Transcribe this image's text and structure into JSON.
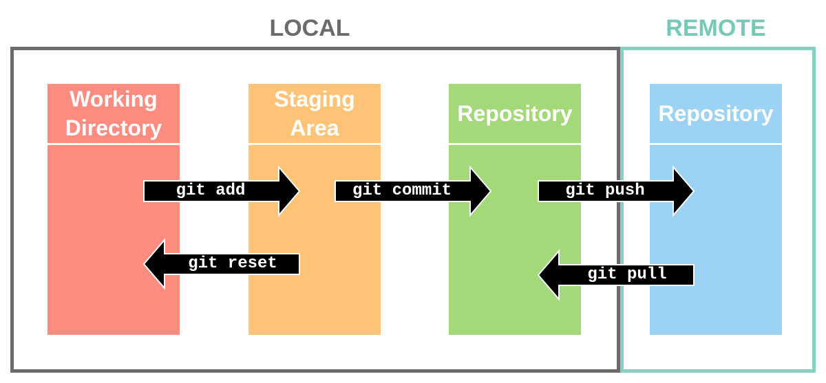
{
  "groups": {
    "local": {
      "title": "LOCAL",
      "color": "#6b6b6b"
    },
    "remote": {
      "title": "REMOTE",
      "color": "#76c8b7"
    }
  },
  "columns": [
    {
      "label": "Working\nDirectory",
      "color": "#fd8c80"
    },
    {
      "label": "Staging\nArea",
      "color": "#fdc477"
    },
    {
      "label": "Repository",
      "color": "#a3d979"
    },
    {
      "label": "Repository",
      "color": "#9cd2f3"
    }
  ],
  "arrows": {
    "add": {
      "label": "git add",
      "direction": "right"
    },
    "commit": {
      "label": "git commit",
      "direction": "right"
    },
    "push": {
      "label": "git push",
      "direction": "right"
    },
    "reset": {
      "label": "git reset",
      "direction": "left"
    },
    "pull": {
      "label": "git pull",
      "direction": "left"
    }
  }
}
